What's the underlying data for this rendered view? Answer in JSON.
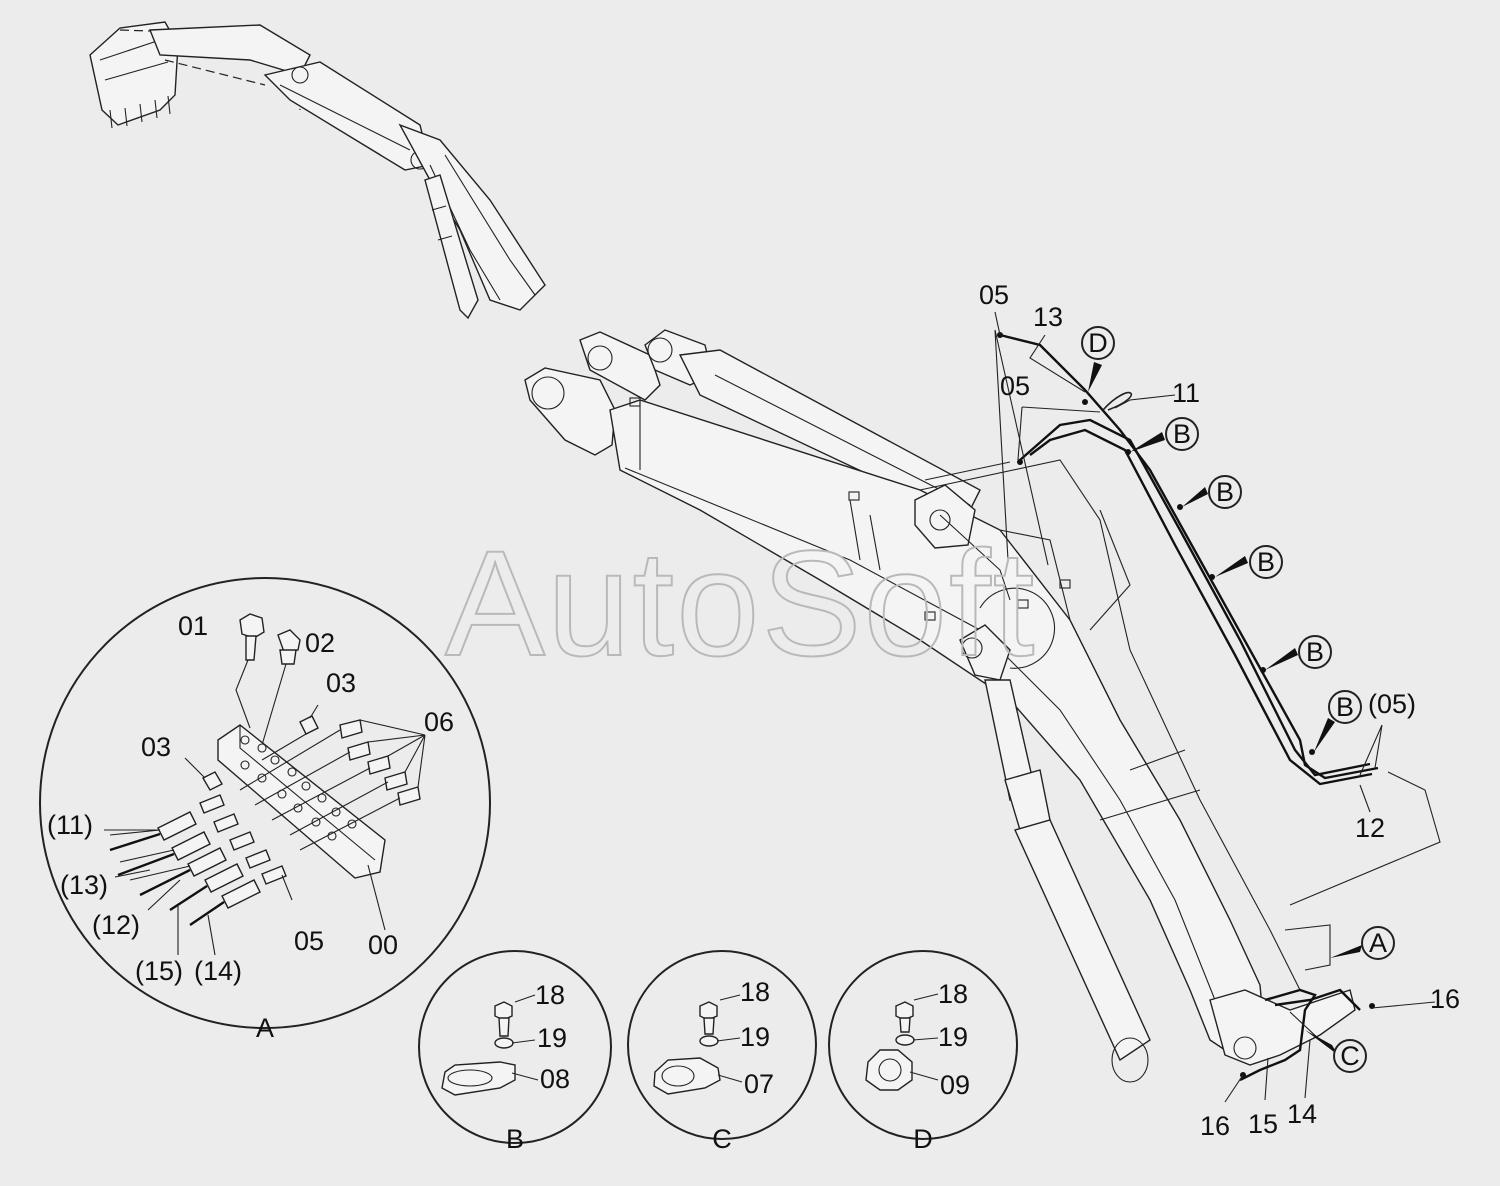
{
  "watermark": "AutoSoft",
  "callouts": {
    "p05_top": "05",
    "p13_top": "13",
    "p05_mid": "05",
    "p11": "11",
    "p12": "12",
    "p05_paren": "(05)",
    "p16_right": "16",
    "p16_bottom": "16",
    "p15": "15",
    "p14": "14"
  },
  "view_markers": {
    "D": "D",
    "B1": "B",
    "B2": "B",
    "B3": "B",
    "B4": "B",
    "B5": "B",
    "A": "A",
    "C": "C"
  },
  "detail_A": {
    "caption": "A",
    "labels": {
      "p01": "01",
      "p02": "02",
      "p03_right": "03",
      "p03_left": "03",
      "p06": "06",
      "p11": "(11)",
      "p13": "(13)",
      "p12": "(12)",
      "p15": "(15)",
      "p14": "(14)",
      "p05": "05",
      "p00": "00"
    }
  },
  "detail_B": {
    "caption": "B",
    "labels": {
      "p18": "18",
      "p19": "19",
      "p08": "08"
    }
  },
  "detail_C": {
    "caption": "C",
    "labels": {
      "p18": "18",
      "p19": "19",
      "p07": "07"
    }
  },
  "detail_D": {
    "caption": "D",
    "labels": {
      "p18": "18",
      "p19": "19",
      "p09": "09"
    }
  }
}
